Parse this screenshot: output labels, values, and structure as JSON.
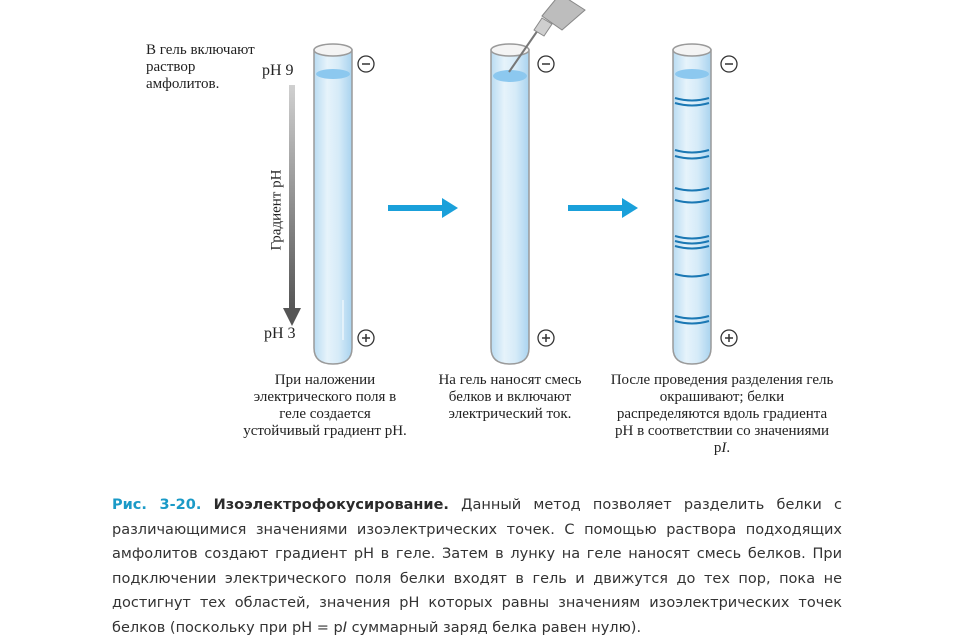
{
  "intro_text": "В гель включают раствор амфолитов.",
  "ph_top": "pH 9",
  "ph_bottom": "pH 3",
  "gradient_label": "Градиент pH",
  "electrodes": {
    "minus": "−",
    "plus": "+"
  },
  "steps": [
    {
      "text": "При наложении электрического поля в геле создается устойчивый градиент pH."
    },
    {
      "text": "На гель наносят смесь белков и включают электрический ток."
    },
    {
      "text_main": "После проведения разделения гель окрашивают; белки распределяются вдоль градиента pH в соответствии со значениями p",
      "text_italic": "I",
      "text_end": "."
    }
  ],
  "caption": {
    "number": "Рис. 3-20.",
    "title": "Изоэлектрофокусирование.",
    "body_1": "Данный метод позволяет разделить белки с различающимися значениями изоэлектрических точек. С помощью раствора подходящих амфолитов создают градиент pH в геле. Затем в лунку на геле наносят смесь белков. При подключении электрического поля белки входят в гель и движутся до тех пор, пока не достигнут тех областей, значения pH которых равны значениям изоэлектрических точек белков (поскольку при pH = p",
    "body_italic": "I",
    "body_2": " суммарный заряд белка равен нулю)."
  },
  "colors": {
    "accent": "#1a9ac7",
    "tube_fill": "#cfe7f7",
    "band": "#1b78b4",
    "arrow": "#1aa0da"
  }
}
